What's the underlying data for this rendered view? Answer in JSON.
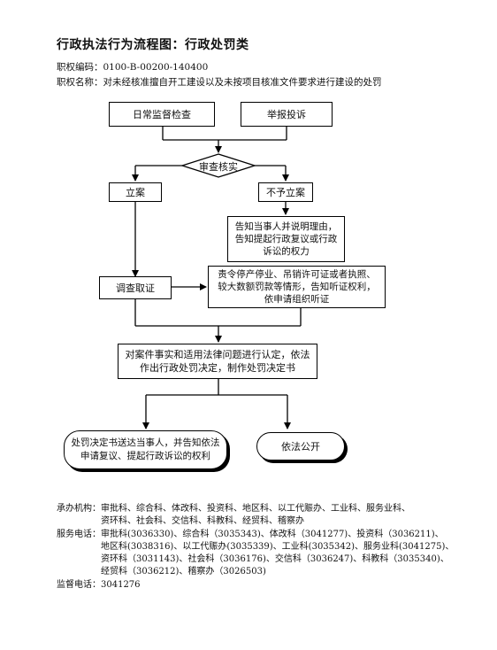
{
  "title": "行政执法行为流程图：行政处罚类",
  "job_code": "职权编码：0100-B-00200-140400",
  "job_name": "职权名称：对未经核准擅自开工建设以及未按项目核准文件要求进行建设的处罚",
  "flow": {
    "daily_inspection": "日常监督检查",
    "report_complaint": "举报投诉",
    "review": "审查核实",
    "file_case": "立案",
    "no_case": "不予立案",
    "notify_reason": "告知当事人并说明理由，告知提起行政复议或行政诉讼的权力",
    "investigate": "调查取证",
    "penalty_notice": "责令停产停业、吊销许可证或者执照、较大数额罚款等情形，告知听证权利，依申请组织听证",
    "determination": "对案件事实和适用法律问题进行认定，依法作出行政处罚决定，制作处罚决定书",
    "deliver": "处罚决定书送达当事人，并告知依法申请复议、提起行政诉讼的权利",
    "publicize": "依法公开"
  },
  "footer": {
    "org_label": "承办机构：",
    "org_value": "审批科、综合科、体改科、投资科、地区科、以工代赈办、工业科、服务业科、\n资环科、社会科、交信科、科教科、经贸科、稽察办",
    "phone_label": "服务电话：",
    "phone_value": "审批科(3036330)、综合科（3035343)、体改科（3041277)、投资科（3036211)、\n地区科(3038316)、以工代赈办(3035339)、工业科(3035342)、服务业科(3041275)、\n资环科（3031143)、社会科（3036176)、交信科（3036247)、科教科（3035340)、\n经贸科（3036212)、稽察办（3026503)",
    "supervise_label": "监督电话：",
    "supervise_value": "3041276"
  }
}
